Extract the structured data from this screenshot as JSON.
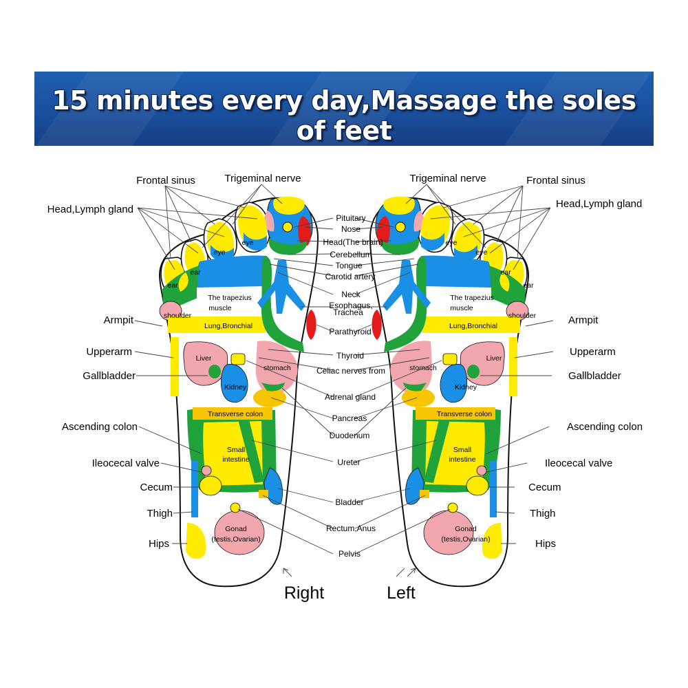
{
  "banner": {
    "title": "15 minutes every day,Massage the soles of feet"
  },
  "colors": {
    "yellow": "#ffeb00",
    "blue": "#1a8fe6",
    "green": "#1fa33a",
    "pink": "#f2a7ae",
    "red": "#e31b1b",
    "orange": "#f7c600",
    "banner": "#1b56a6"
  },
  "foot_labels": {
    "right": "Right",
    "left": "Left"
  },
  "outer_labels": {
    "frontal_sinus": "Frontal sinus",
    "trigeminal_nerve": "Trigeminal nerve",
    "head_lymph_gland": "Head,Lymph gland",
    "armpit": "Armpit",
    "upperarm": "Upperarm",
    "gallbladder": "Gallbladder",
    "ascending_colon": "Ascending colon",
    "ileocecal_valve": "Ileocecal valve",
    "cecum": "Cecum",
    "thigh": "Thigh",
    "hips": "Hips"
  },
  "center_labels": {
    "pituitary": "Pituitary",
    "nose": "Nose",
    "head_brain": "Head(The brain)",
    "cerebellum": "Cerebellum",
    "tongue": "Tongue",
    "carotid_artery": "Carotid artery",
    "neck": "Neck",
    "esophagus": "Esophagus,",
    "trachea": "Trachea",
    "parathyroid": "Parathyroid",
    "thyroid": "Thyroid",
    "celiac_nerves": "Celiac nerves from",
    "adrenal_gland": "Adrenal gland",
    "pancreas": "Pancreas",
    "duodenum": "Duodenum",
    "ureter": "Ureter",
    "bladder": "Bladder",
    "rectum_anus": "Rectum,Anus",
    "pelvis": "Pelvis"
  },
  "organ_labels": {
    "eye": "eye",
    "ear": "ear",
    "trapezius_1": "The trapezius",
    "trapezius_2": "muscle",
    "shoulder": "shoulder",
    "lung_bronchial": "Lung,Bronchial",
    "liver": "Liver",
    "stomach": "stomach",
    "kidney": "Kidney",
    "transverse_colon": "Transverse colon",
    "small_intestine_1": "Small",
    "small_intestine_2": "intestine",
    "gonad_1": "Gonad",
    "gonad_2": "(testis,Ovarian)"
  }
}
